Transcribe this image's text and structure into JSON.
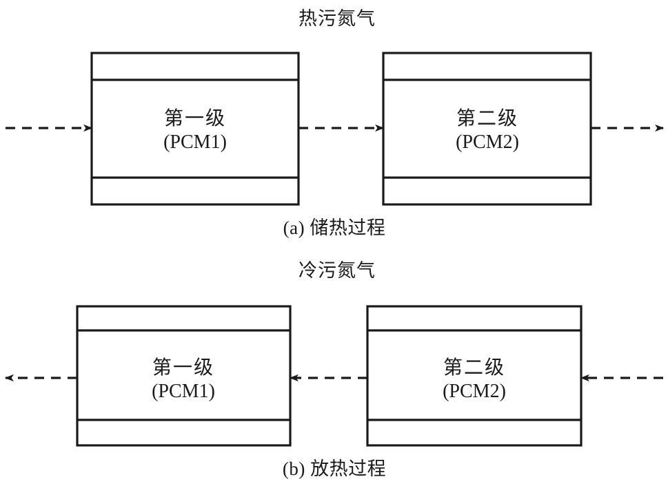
{
  "figure": {
    "type": "process-flow-diagram",
    "description": "Two-stage PCM thermal storage unit: charging and discharging processes",
    "colors": {
      "stroke": "#1a1a1a",
      "background": "#ffffff"
    }
  },
  "panels": [
    {
      "id": "panel-a",
      "flow_title": "热污氮气",
      "caption": "(a) 储热过程",
      "flow_direction": "left-to-right",
      "units": [
        {
          "id": "pcm1",
          "name_cn": "第一级",
          "name_en": "(PCM1)"
        },
        {
          "id": "pcm2",
          "name_cn": "第二级",
          "name_en": "(PCM2)"
        }
      ],
      "arrows": [
        {
          "id": "inlet-arrow",
          "direction": "right"
        },
        {
          "id": "interstage-arrow",
          "direction": "right"
        },
        {
          "id": "outlet-arrow",
          "direction": "right"
        }
      ]
    },
    {
      "id": "panel-b",
      "flow_title": "冷污氮气",
      "caption": "(b) 放热过程",
      "flow_direction": "right-to-left",
      "units": [
        {
          "id": "pcm1",
          "name_cn": "第一级",
          "name_en": "(PCM1)"
        },
        {
          "id": "pcm2",
          "name_cn": "第二级",
          "name_en": "(PCM2)"
        }
      ],
      "arrows": [
        {
          "id": "inlet-arrow",
          "direction": "left"
        },
        {
          "id": "interstage-arrow",
          "direction": "left"
        },
        {
          "id": "outlet-arrow",
          "direction": "left"
        }
      ]
    }
  ]
}
